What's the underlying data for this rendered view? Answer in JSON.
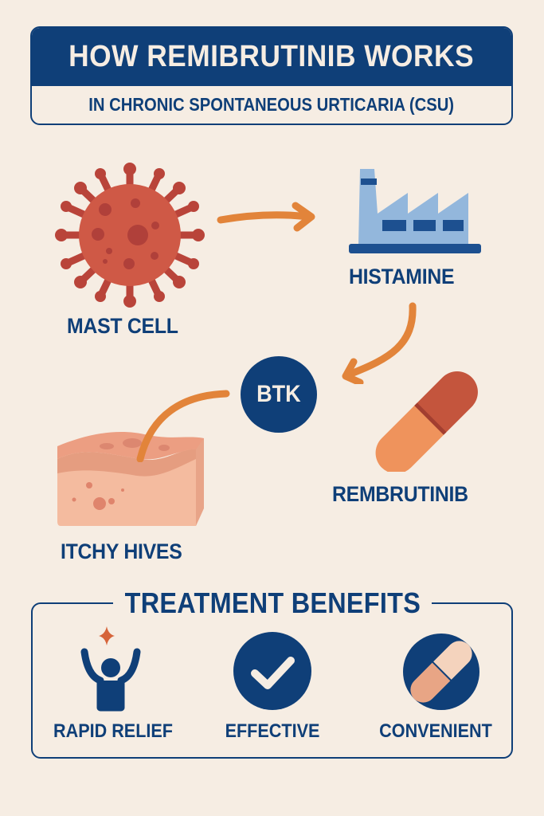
{
  "header": {
    "title": "HOW REMIBRUTINIB WORKS",
    "subtitle": "IN CHRONIC SPONTANEOUS URTICARIA (CSU)"
  },
  "mechanism": {
    "nodes": [
      {
        "id": "mast_cell",
        "label": "MAST CELL",
        "icon": "virus-like-cell-icon"
      },
      {
        "id": "histamine",
        "label": "HISTAMINE",
        "icon": "factory-icon"
      },
      {
        "id": "btk",
        "label": "BTK",
        "icon": "circle-badge"
      },
      {
        "id": "itchy_hives",
        "label": "ITCHY HIVES",
        "icon": "skin-block-icon"
      },
      {
        "id": "drug",
        "label": "REMBRUTINIB",
        "icon": "capsule-icon"
      }
    ],
    "arrows": [
      {
        "from": "mast_cell",
        "to": "histamine"
      },
      {
        "from": "histamine",
        "to": "btk"
      },
      {
        "from": "btk",
        "to": "itchy_hives"
      }
    ]
  },
  "benefits": {
    "title": "TREATMENT BENEFITS",
    "items": [
      {
        "label": "RAPID RELIEF",
        "icon": "person-raised-arms-icon"
      },
      {
        "label": "EFFECTIVE",
        "icon": "checkmark-circle-icon"
      },
      {
        "label": "CONVENIENT",
        "icon": "pill-circle-icon"
      }
    ]
  },
  "colors": {
    "navy": "#0f3f78",
    "background": "#f6ede3",
    "cell_red": "#c9503f",
    "arrow_orange": "#e2843a",
    "factory_blue": "#93b7dc",
    "skin": "#f2b89c",
    "capsule_dark": "#c4553d",
    "capsule_light": "#ef935c",
    "sparkle": "#d6643a"
  }
}
